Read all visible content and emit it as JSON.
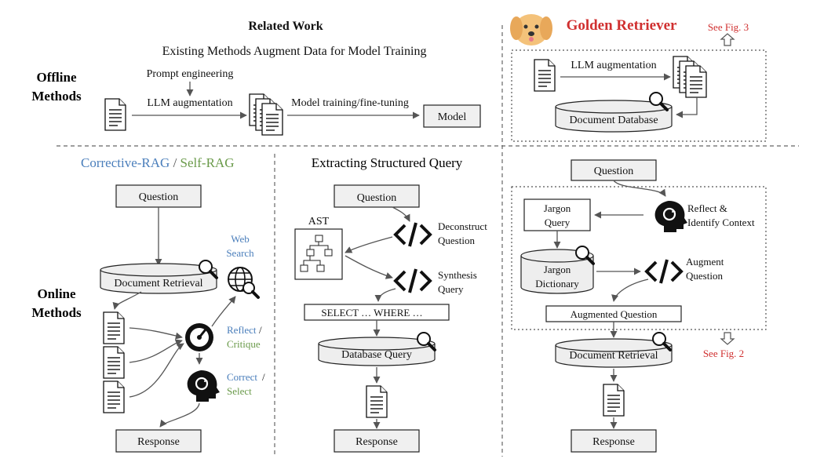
{
  "headers": {
    "related_work": "Related Work",
    "existing_methods": "Existing Methods Augment Data for Model Training",
    "golden_retriever": "Golden Retriever"
  },
  "labels": {
    "offline": [
      "Offline",
      "Methods"
    ],
    "online": [
      "Online",
      "Methods"
    ]
  },
  "offline": {
    "prompt_engineering": "Prompt engineering",
    "llm_augmentation": "LLM augmentation",
    "model_training": "Model training/fine-tuning",
    "model": "Model"
  },
  "golden": {
    "see_fig3": "See Fig. 3",
    "llm_augmentation": "LLM augmentation",
    "document_database": "Document Database"
  },
  "rag": {
    "corrective": "Corrective-RAG",
    "self_rag": "Self-RAG",
    "question": "Question",
    "document_retrieval": "Document Retrieval",
    "web_search": [
      "Web",
      "Search"
    ],
    "reflect": "Reflect",
    "slash": "/",
    "critique": "Critique",
    "correct": "Correct",
    "select": "Select",
    "response": "Response"
  },
  "sq": {
    "title": "Extracting Structured Query",
    "question": "Question",
    "deconstruct": [
      "Deconstruct",
      "Question"
    ],
    "ast": "AST",
    "synthesis": [
      "Synthesis",
      "Query"
    ],
    "sql": "SELECT … WHERE …",
    "database_query": "Database Query",
    "response": "Response"
  },
  "gr": {
    "question": "Question",
    "reflect": [
      "Reflect &",
      "Identify Context"
    ],
    "jargon_query": [
      "Jargon",
      "Query"
    ],
    "jargon_dictionary": [
      "Jargon",
      "Dictionary"
    ],
    "augment": [
      "Augment",
      "Question"
    ],
    "augmented_question": "Augmented Question",
    "see_fig2": "See Fig. 2",
    "document_retrieval": "Document Retrieval",
    "response": "Response"
  },
  "colors": {
    "corrective_blue": "#4a7ebb",
    "self_rag_green": "#6a9a4a",
    "golden_red": "#d03030"
  }
}
